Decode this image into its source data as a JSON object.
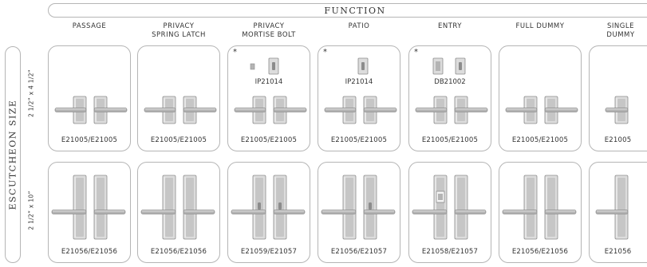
{
  "header": {
    "title": "FUNCTION"
  },
  "side": {
    "title": "ESCUTCHEON SIZE"
  },
  "rows": [
    {
      "label": "2 1/2” x 4 1/2”"
    },
    {
      "label": "2 1/2” x 10”"
    }
  ],
  "columns": [
    {
      "line1": "PASSAGE",
      "line2": "",
      "short_label": "E21005/E21005",
      "long_label": "E21056/E21056",
      "star": "",
      "accessory": ""
    },
    {
      "line1": "PRIVACY",
      "line2": "SPRING LATCH",
      "short_label": "E21005/E21005",
      "long_label": "E21056/E21056",
      "star": "",
      "accessory": ""
    },
    {
      "line1": "PRIVACY",
      "line2": "MORTISE BOLT",
      "short_label": "E21005/E21005",
      "long_label": "E21059/E21057",
      "star": "*",
      "accessory": "IP21014"
    },
    {
      "line1": "PATIO",
      "line2": "",
      "short_label": "E21005/E21005",
      "long_label": "E21056/E21057",
      "star": "*",
      "accessory": "IP21014"
    },
    {
      "line1": "ENTRY",
      "line2": "",
      "short_label": "E21005/E21005",
      "long_label": "E21058/E21057",
      "star": "*",
      "accessory": "DB21002"
    },
    {
      "line1": "FULL DUMMY",
      "line2": "",
      "short_label": "E21005/E21005",
      "long_label": "E21056/E21056",
      "star": "",
      "accessory": ""
    },
    {
      "line1": "SINGLE",
      "line2": "DUMMY",
      "short_label": "E21005",
      "long_label": "E21056",
      "star": "",
      "accessory": ""
    }
  ],
  "colors": {
    "border": "#b5b5b5",
    "metal_light": "#dcdcdc",
    "metal_mid": "#b4b4b4",
    "metal_dark": "#8c8c8c"
  }
}
